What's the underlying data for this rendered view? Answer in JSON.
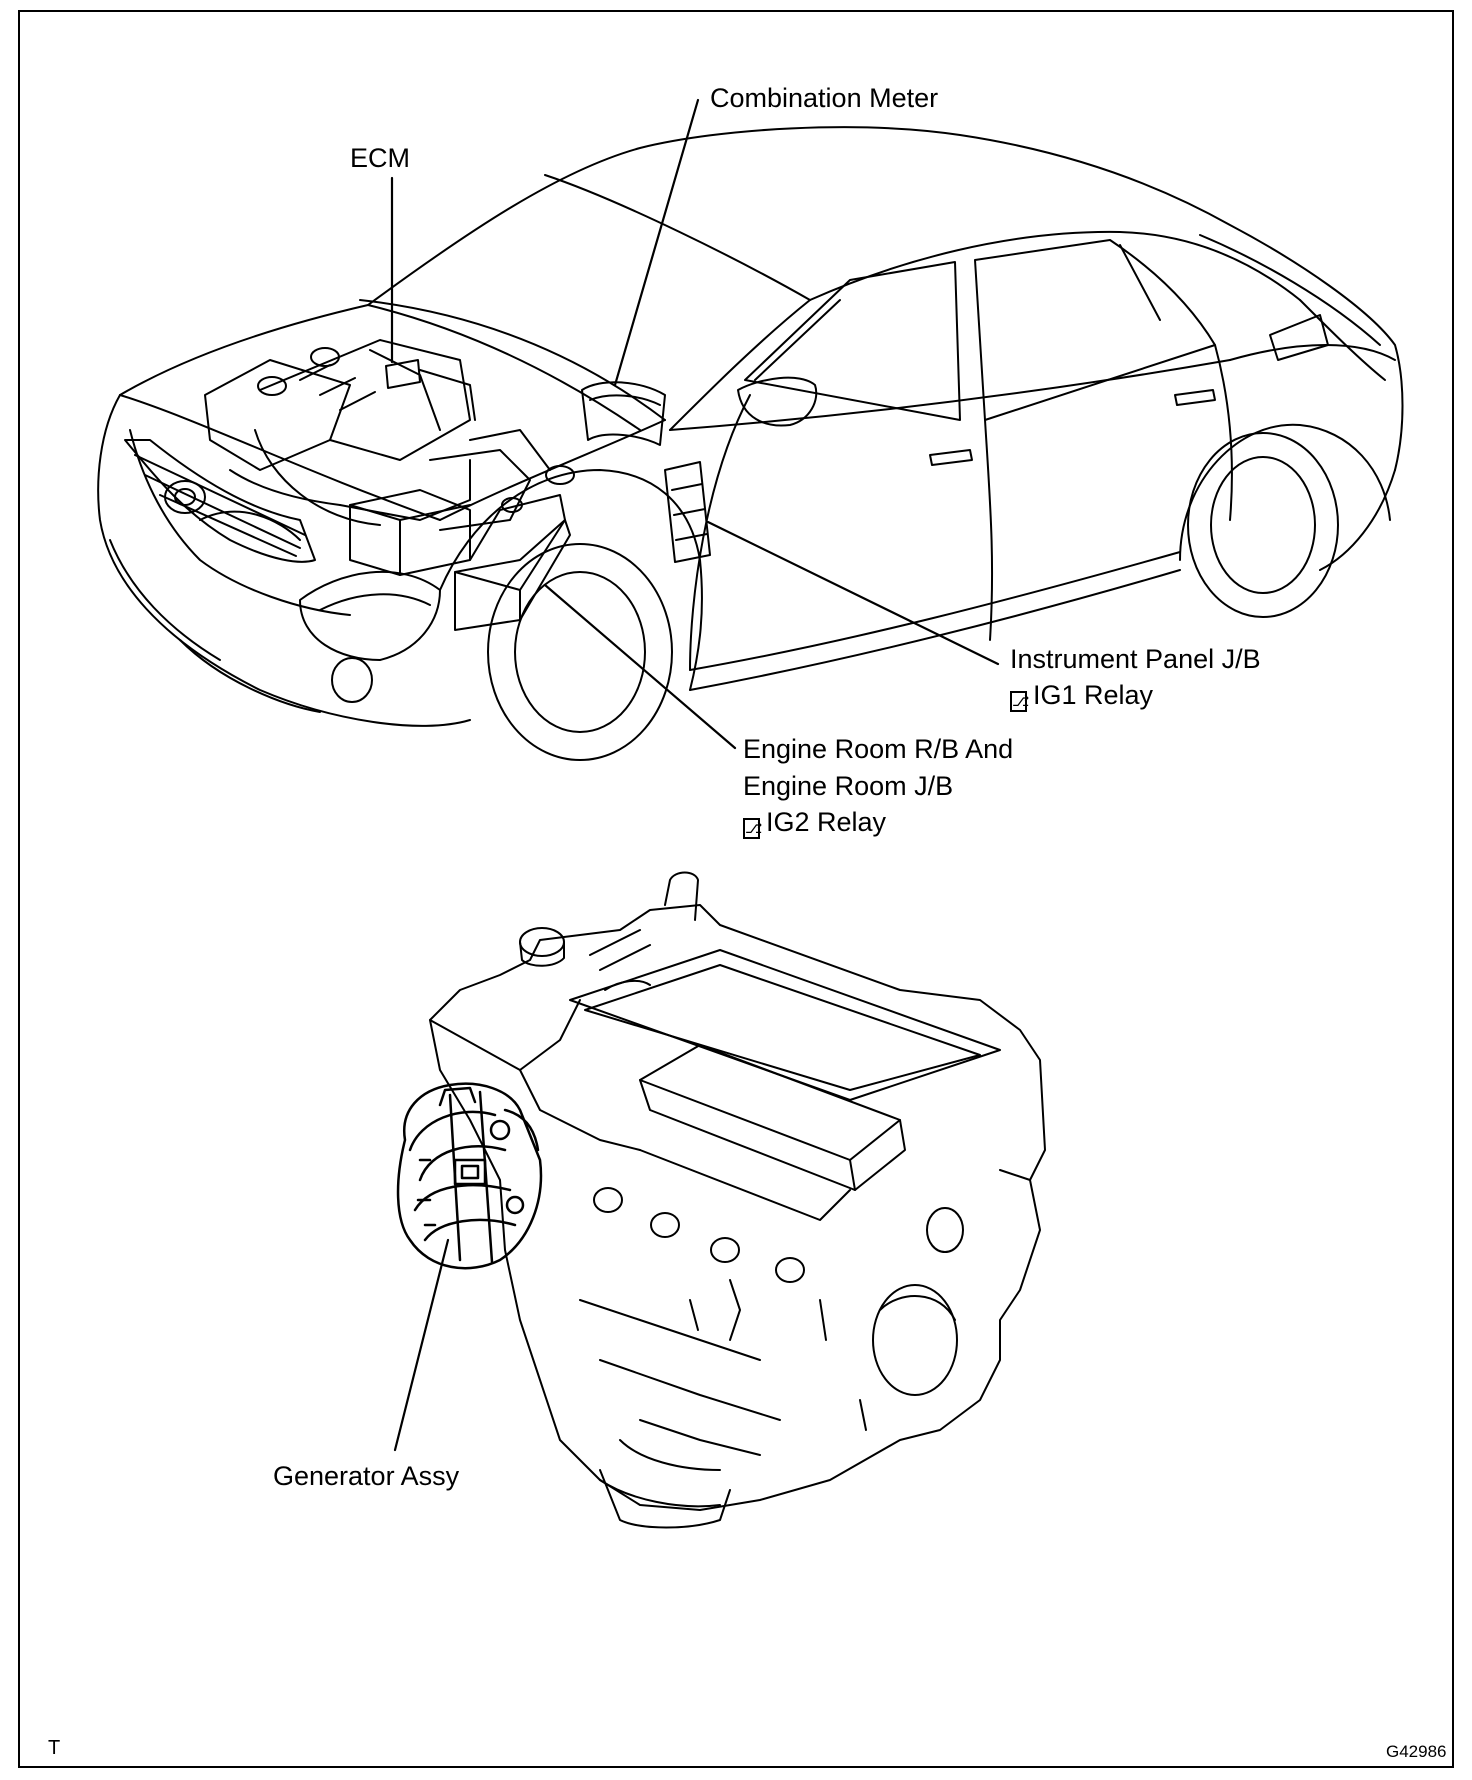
{
  "labels": {
    "combination_meter": "Combination Meter",
    "ecm": "ECM",
    "instrument_panel_jb": "Instrument Panel J/B",
    "ig1_relay": "IG1 Relay",
    "engine_room_rb_line1": "Engine Room R/B And",
    "engine_room_rb_line2": "Engine Room J/B",
    "ig2_relay": "IG2 Relay",
    "generator_assy": "Generator Assy"
  },
  "footer": {
    "left_mark": "T",
    "figure_code": "G42986"
  },
  "icons": {
    "relay_symbol": "relay-symbol-icon"
  }
}
